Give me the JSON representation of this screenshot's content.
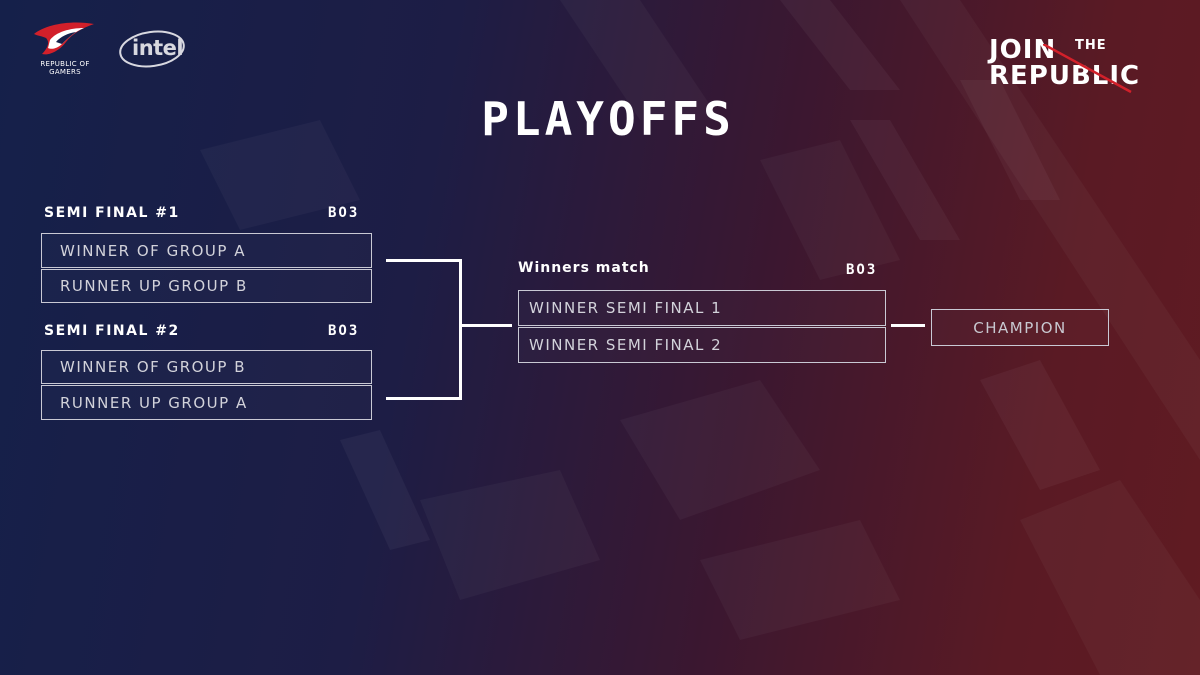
{
  "logos": {
    "rog_text_line1": "REPUBLIC OF",
    "rog_text_line2": "GAMERS",
    "intel_text": "intel",
    "join": "JOIN",
    "the": "THE",
    "republic": "REPUBLIC"
  },
  "title": "PLAYOFFS",
  "semi1": {
    "label": "SEMI FINAL #1",
    "format": "BO3",
    "team1": "WINNER OF GROUP A",
    "team2": "RUNNER UP GROUP B"
  },
  "semi2": {
    "label": "SEMI FINAL #2",
    "format": "BO3",
    "team1": "WINNER OF GROUP B",
    "team2": "RUNNER UP GROUP A"
  },
  "final": {
    "label": "Winners match",
    "format": "BO3",
    "team1": "WINNER SEMI FINAL 1",
    "team2": "WINNER SEMI FINAL 2"
  },
  "champion": "CHAMPION",
  "colors": {
    "bg_left": "#15204a",
    "bg_right": "#601b22",
    "rog_red": "#d2202a",
    "line": "#ffffff"
  }
}
